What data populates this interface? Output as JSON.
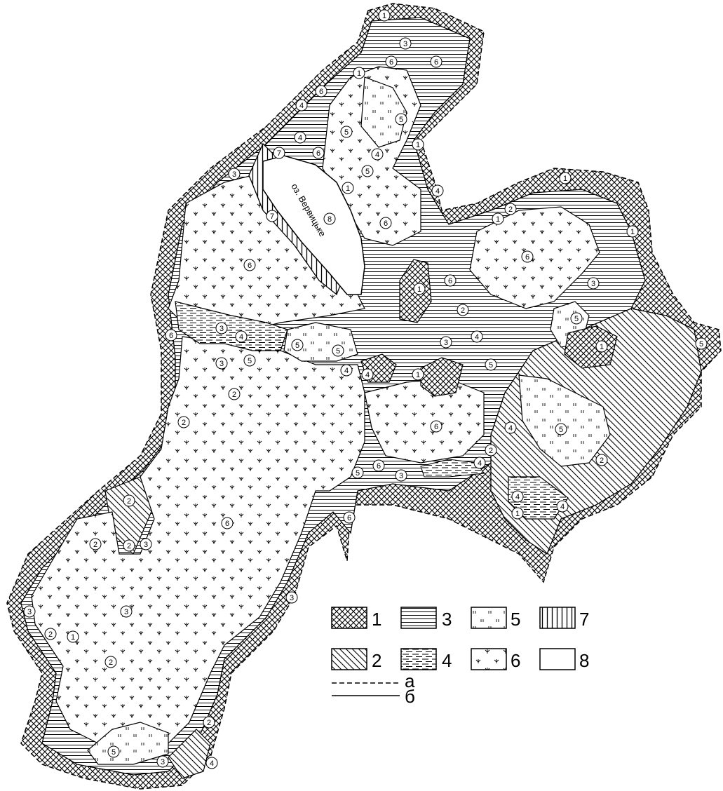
{
  "lake": {
    "name": "оз. Вервицьке",
    "zone_number": "8"
  },
  "legend": {
    "items": [
      {
        "label": "1",
        "pattern": "crosshatch"
      },
      {
        "label": "3",
        "pattern": "horizontal-lines"
      },
      {
        "label": "5",
        "pattern": "vertical-ticks"
      },
      {
        "label": "7",
        "pattern": "vertical-bars"
      },
      {
        "label": "2",
        "pattern": "diagonal-lines"
      },
      {
        "label": "4",
        "pattern": "dashed-horizontal"
      },
      {
        "label": "6",
        "pattern": "reed-symbols"
      },
      {
        "label": "8",
        "pattern": "blank"
      }
    ],
    "lines": [
      {
        "label": "а",
        "style": "dashed"
      },
      {
        "label": "б",
        "style": "solid"
      }
    ]
  },
  "zone_labels": [
    "1",
    "2",
    "3",
    "4",
    "5",
    "6",
    "7",
    "8"
  ],
  "colors": {
    "ink": "#000000",
    "paper": "#ffffff"
  }
}
